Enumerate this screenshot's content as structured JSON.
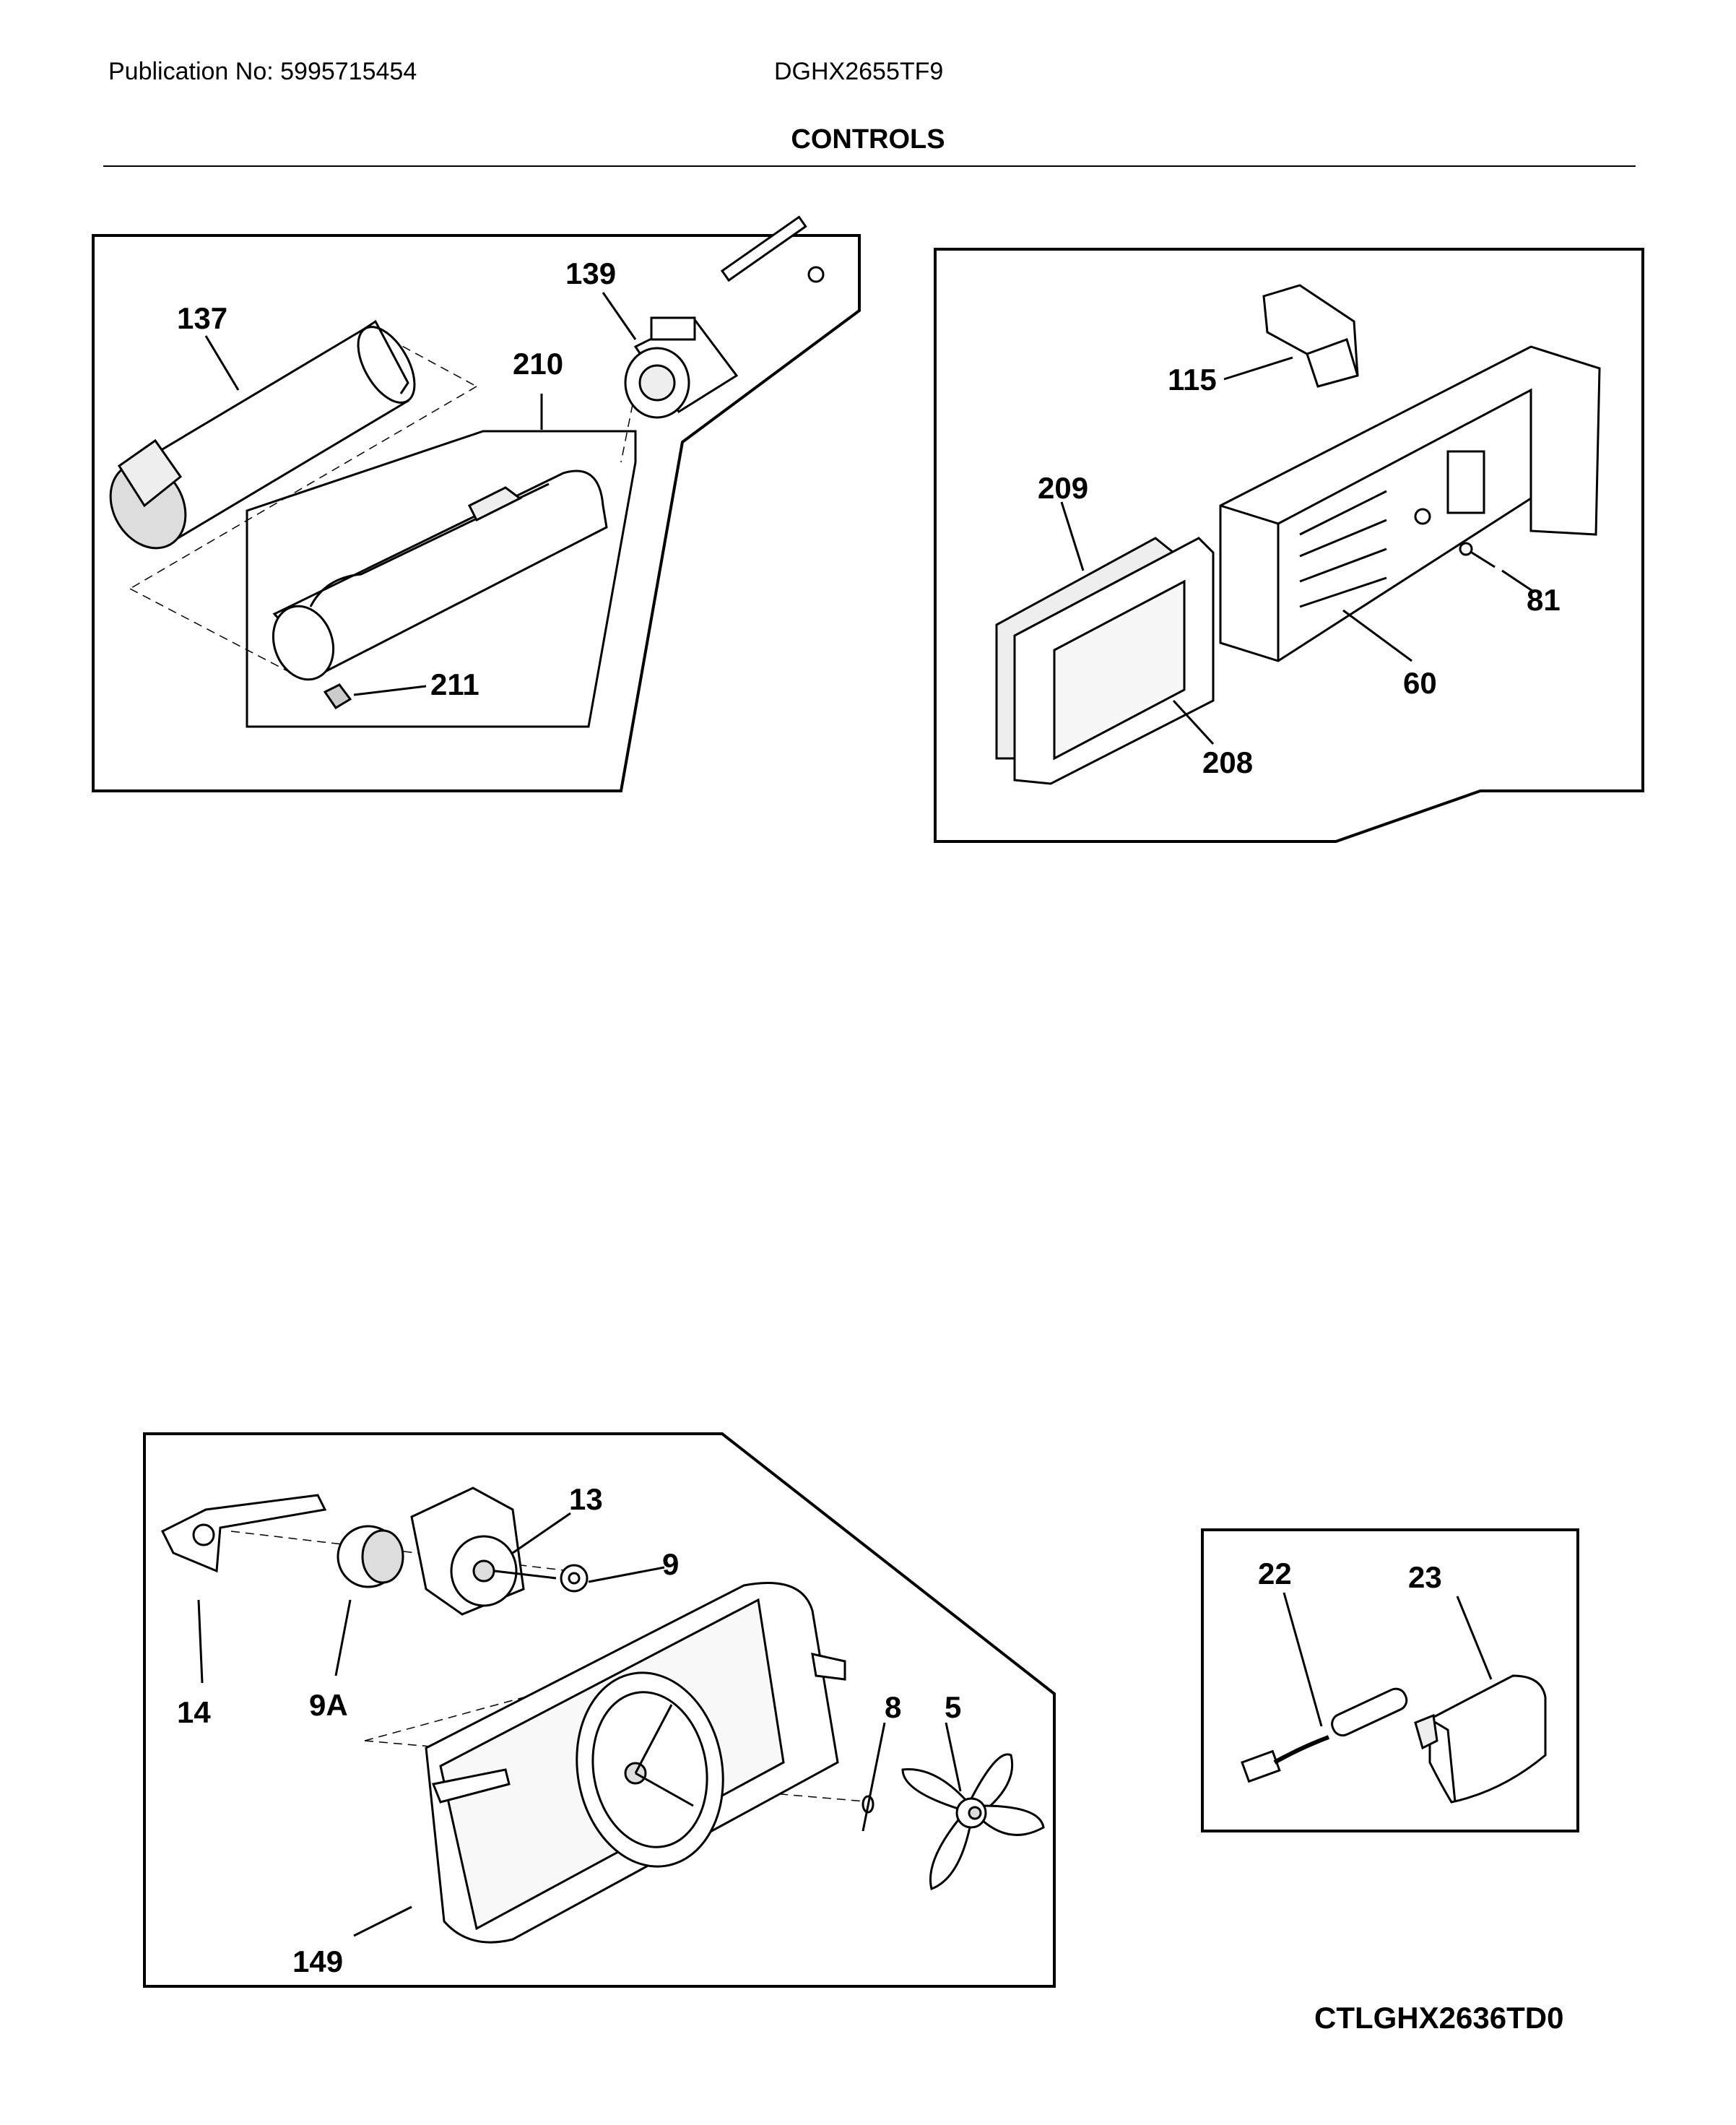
{
  "header": {
    "publication": "Publication No: 5995715454",
    "model": "DGHX2655TF9",
    "title": "CONTROLS"
  },
  "parts": {
    "p137": "137",
    "p139": "139",
    "p210": "210",
    "p211": "211",
    "p115": "115",
    "p209": "209",
    "p81": "81",
    "p60": "60",
    "p208": "208",
    "p13": "13",
    "p9": "9",
    "p14": "14",
    "p9A": "9A",
    "p8": "8",
    "p5": "5",
    "p149": "149",
    "p22": "22",
    "p23": "23"
  },
  "footer": {
    "diagram_code": "CTLGHX2636TD0"
  }
}
